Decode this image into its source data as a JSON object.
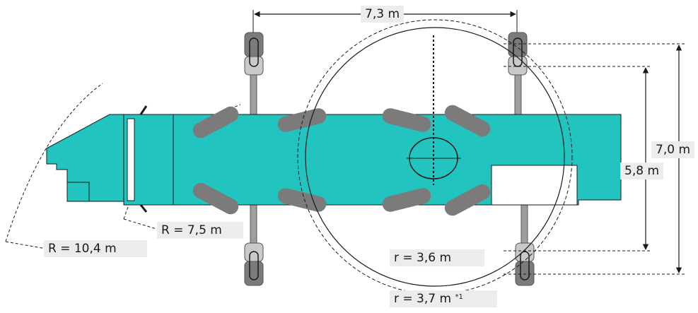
{
  "colors": {
    "body": "#22c4bf",
    "track_dark": "#7b7b7b",
    "track_light": "#c9c9c9",
    "line": "#1a1a1a",
    "label_bg": "#ececec"
  },
  "dimensions": {
    "wheelbase": "7,3 m",
    "overall_width": "7,0 m",
    "track_width": "5,8 m",
    "outer_radius": "R = 10,4 m",
    "inner_radius": "R = 7,5 m",
    "turn_radius_inner": "r = 3,6 m",
    "turn_radius_outer": "r = 3,7 m",
    "footnote_mark": "*1"
  }
}
